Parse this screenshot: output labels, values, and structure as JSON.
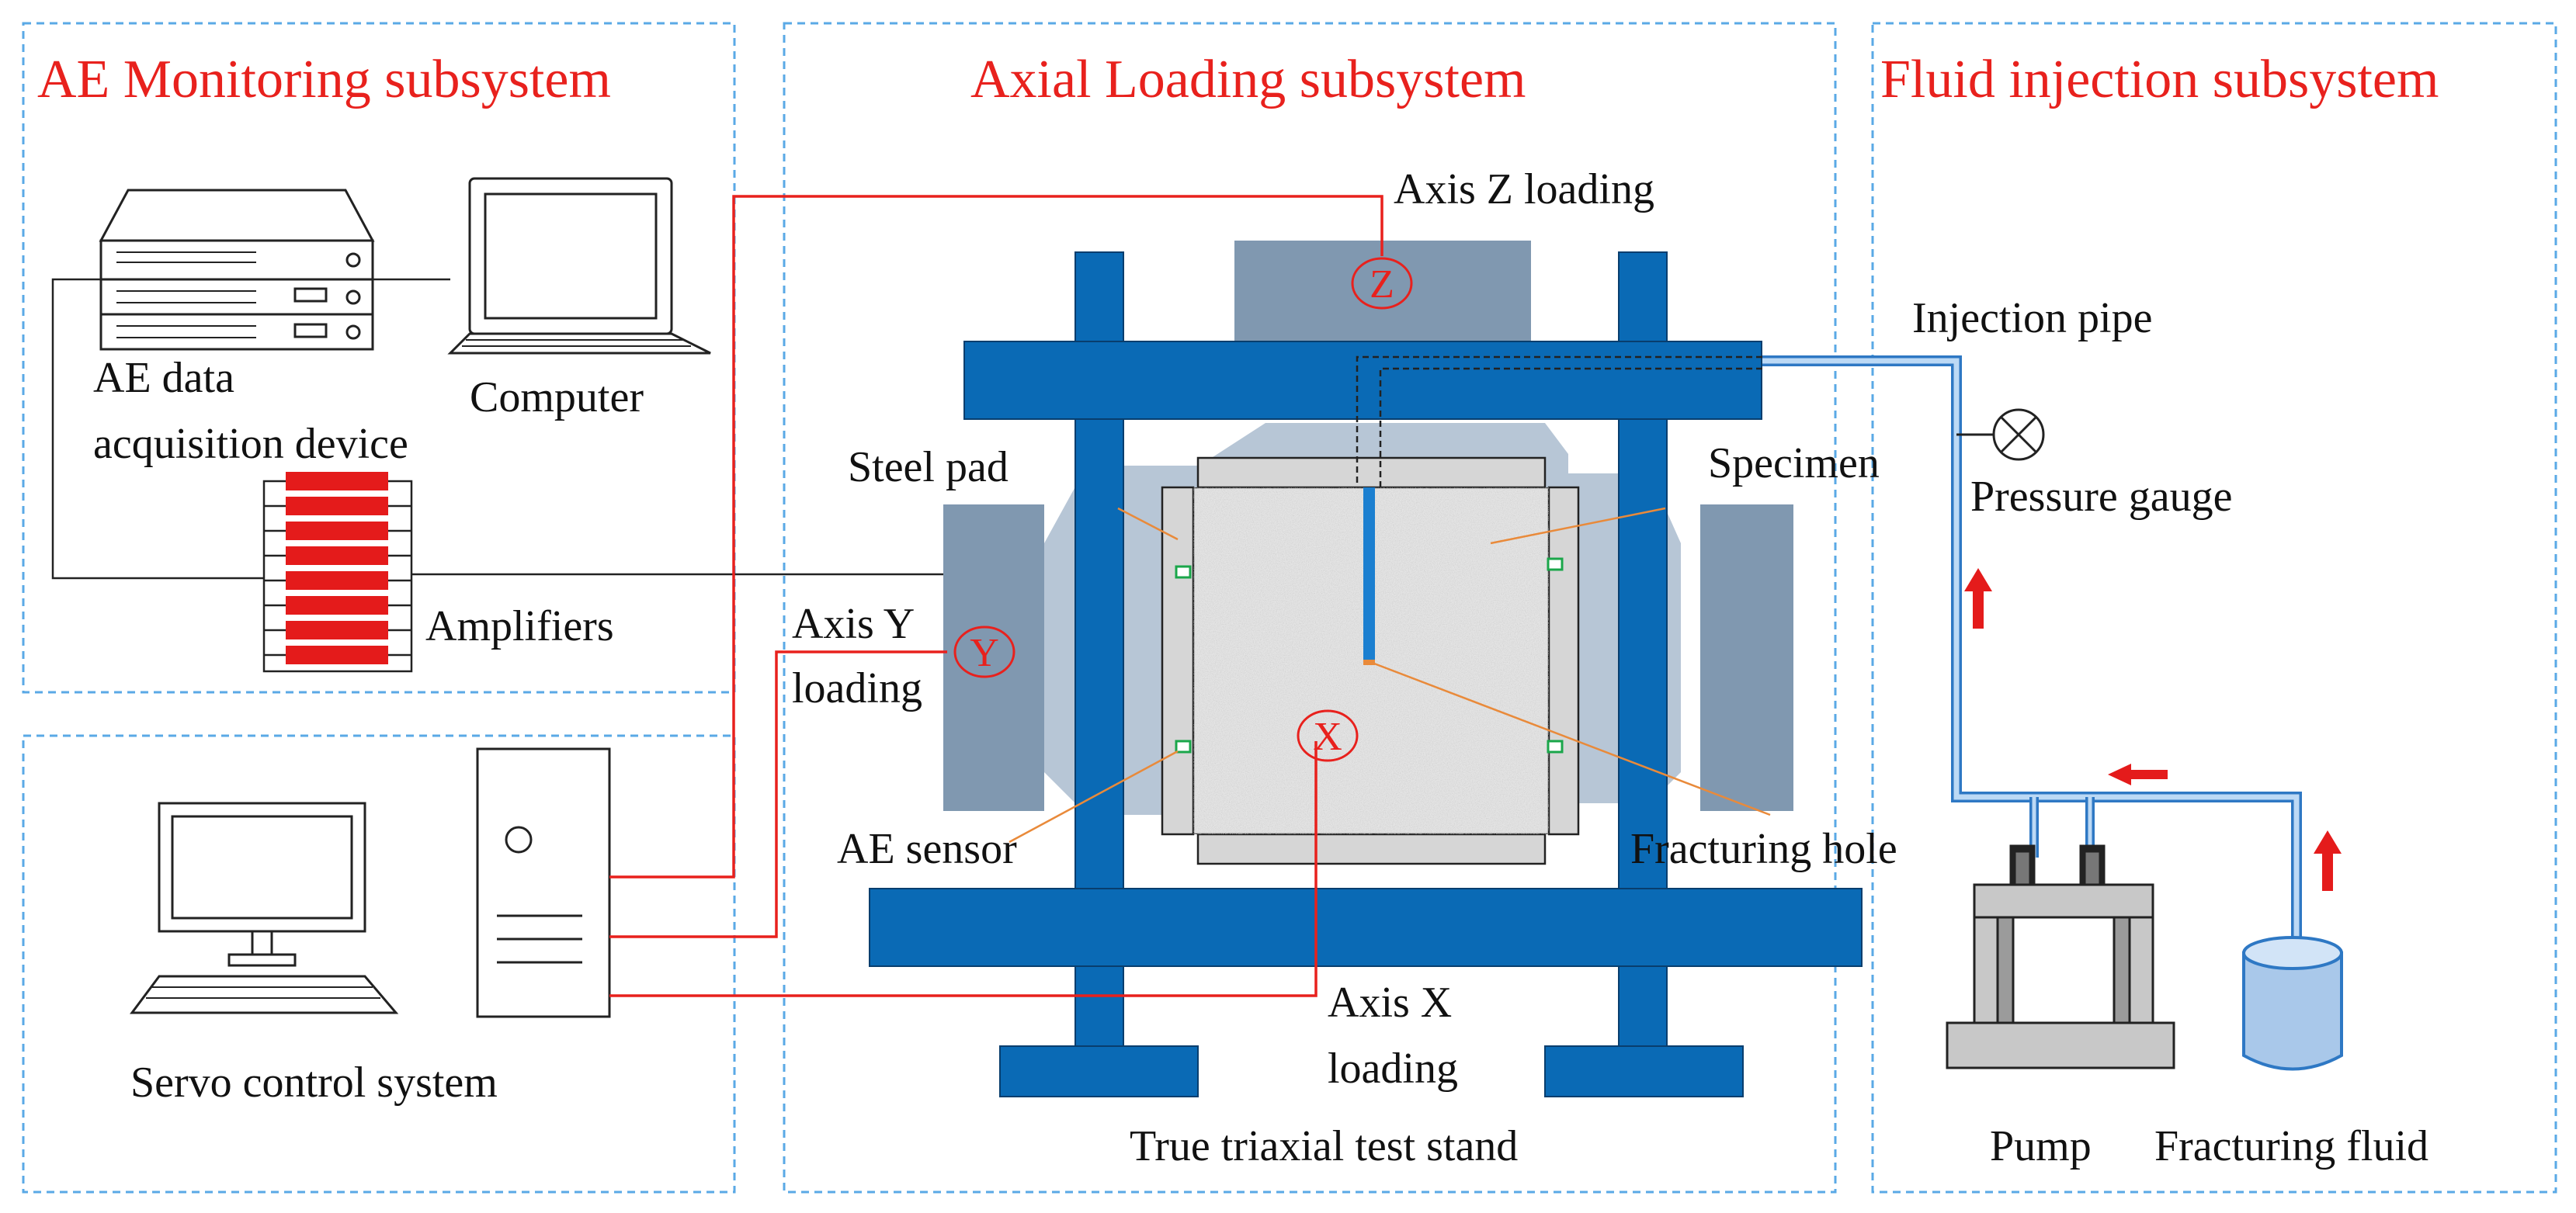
{
  "colors": {
    "frame_blue": "#0a6ab5",
    "grey_blue": "#8098b0",
    "light_grey_blue": "#b7c6d6",
    "red_line": "#e8211d",
    "pipe_blue": "#4a90d9",
    "fluid": "#a9c8ea",
    "panel_border": "#5aa9e6"
  },
  "subsystems": {
    "ae": "AE Monitoring subsystem",
    "axial": "Axial Loading subsystem",
    "fluid": "Fluid injection subsystem"
  },
  "labels": {
    "axis_z": "Axis Z loading",
    "z": "Z",
    "injection_pipe": "Injection pipe",
    "ae_data_1": "AE data",
    "ae_data_2": "acquisition device",
    "computer": "Computer",
    "steel_pad": "Steel pad",
    "specimen": "Specimen",
    "pressure_gauge": "Pressure gauge",
    "amplifiers": "Amplifiers",
    "axis_y_1": "Axis Y",
    "axis_y_2": "loading",
    "y": "Y",
    "x": "X",
    "ae_sensor": "AE sensor",
    "fracturing_hole": "Fracturing hole",
    "axis_x_1": "Axis X",
    "axis_x_2": "loading",
    "servo": "Servo control system",
    "test_stand": "True triaxial test stand",
    "pump": "Pump",
    "fracturing_fluid": "Fracturing fluid"
  }
}
